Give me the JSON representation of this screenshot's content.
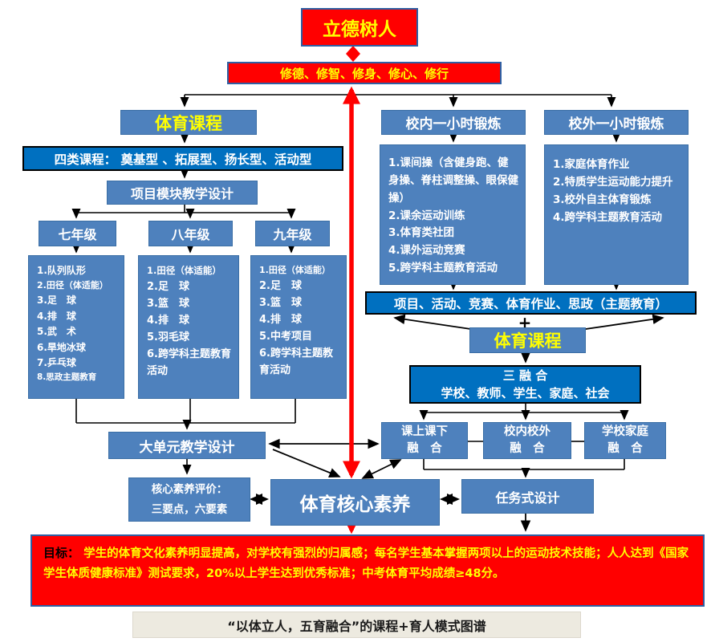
{
  "top": {
    "root": "立德树人",
    "banner": "修德、修智、修身、修心、修行"
  },
  "left": {
    "pe_course": "体育课程",
    "four_types": "四类课程： 奠基型 、拓展型、扬长型、活动型",
    "module_design": "项目模块教学设计",
    "grades": [
      {
        "label": "七年级",
        "items": [
          "1.队列队形",
          "2.田径（体适能）",
          "3.足　球",
          "4.排　球",
          "5.武　术",
          "6.旱地冰球",
          "7.乒乓球",
          "8.思政主题教育"
        ]
      },
      {
        "label": "八年级",
        "items": [
          "1.田径（体适能）",
          "2.足　球",
          "3.篮　球",
          "4.排　球",
          "5.羽毛球",
          "6.跨学科主题教育活动"
        ]
      },
      {
        "label": "九年级",
        "items": [
          "1.田径（体适能）",
          "2.足　球",
          "3.篮　球",
          "4.排　球",
          "5.中考项目",
          "6.跨学科主题教育活动"
        ]
      }
    ],
    "unit_design": "大单元教学设计",
    "evaluation_line1": "核心素养评价：",
    "evaluation_line2": "三要点，六要素",
    "core_literacy": "体育核心素养"
  },
  "right": {
    "in_school": {
      "label": "校内一小时锻炼",
      "items": [
        "1.课间操（含健身跑、健身操、脊柱调整操、眼保健操）",
        "2.课余运动训练",
        "3.体育类社团",
        "4.课外运动竞赛",
        "5.跨学科主题教育活动"
      ]
    },
    "out_school": {
      "label": "校外一小时锻炼",
      "items": [
        "1.家庭体育作业",
        "2.特质学生运动能力提升",
        "3.校外自主体育锻炼",
        "4.跨学科主题教育活动"
      ]
    },
    "combo": "项目、活动、竞赛、体育作业、思政（主题教育）",
    "plus": "+",
    "pe_course2": "体育课程",
    "fusion_title": "三 融 合",
    "fusion_subtitle": "学校、教师、学生、家庭、社会",
    "fusion_boxes": [
      {
        "line1": "课上课下",
        "line2": "融　合"
      },
      {
        "line1": "校内校外",
        "line2": "融　合"
      },
      {
        "line1": "学校家庭",
        "line2": "融　合"
      }
    ],
    "task_design": "任务式设计"
  },
  "goal": {
    "label": "目标：",
    "text": "学生的体育文化素养明显提高，对学校有强烈的归属感；每名学生基本掌握两项以上的运动技术技能；人人达到《国家学生体质健康标准》测试要求，20%以上学生达到优秀标准；中考体育平均成绩≥48分。"
  },
  "caption": "“以体立人，五育融合”的课程+育人模式图谱",
  "colors": {
    "steel_blue": "#4E81BD",
    "bright_blue": "#0070C0",
    "red": "#FF0000",
    "yellow_text": "#FFFF00",
    "caption_bg": "#EDEAE0"
  }
}
